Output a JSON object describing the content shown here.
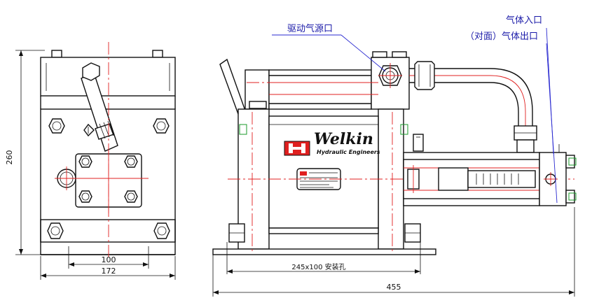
{
  "labels": {
    "drive_air_inlet": "驱动气源口",
    "gas_inlet": "气体入口",
    "gas_outlet_opposite": "（对面）气体出口"
  },
  "dimensions": {
    "height": "260",
    "hole_spacing_side": "100",
    "width_side": "172",
    "mounting_holes": "245x100 安装孔",
    "total_length": "455"
  },
  "brand": {
    "name": "Welkin",
    "subtitle": "Hydraulic Engineers"
  },
  "colors": {
    "outline": "#111111",
    "centerline": "#e02020",
    "leader": "#2a2ad0",
    "label": "#1a1aa8",
    "fitting": "#1a9a2a"
  }
}
